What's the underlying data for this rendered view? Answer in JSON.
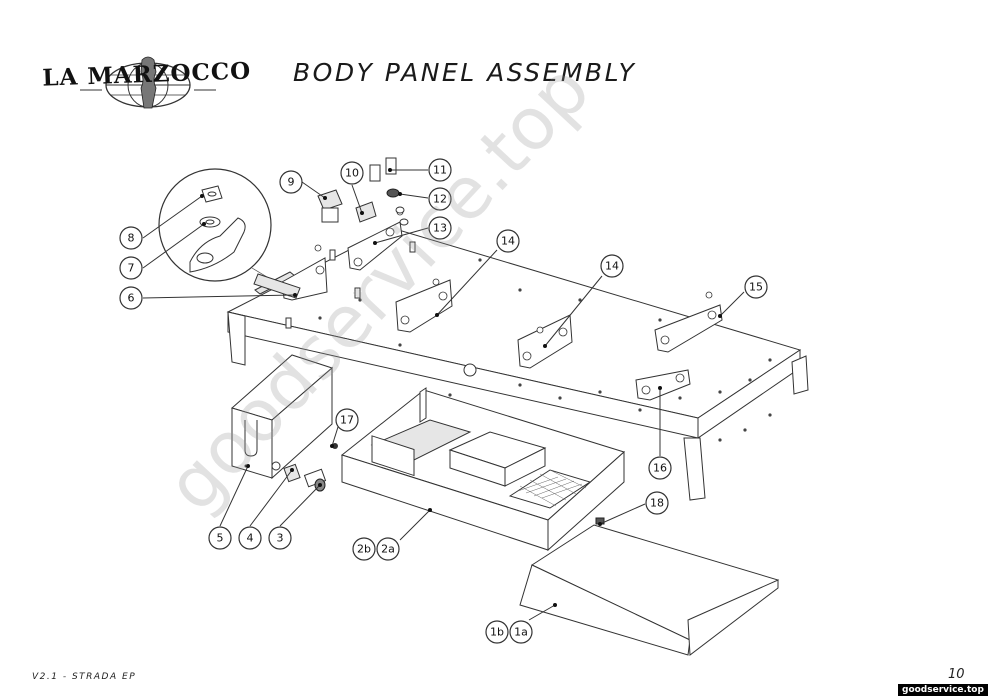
{
  "header": {
    "brand": "LA MARZOCCO",
    "title": "BODY PANEL ASSEMBLY"
  },
  "callouts": {
    "c1b": "1b",
    "c1a": "1a",
    "c2b": "2b",
    "c2a": "2a",
    "c3": "3",
    "c4": "4",
    "c5": "5",
    "c6": "6",
    "c7": "7",
    "c8": "8",
    "c9": "9",
    "c10": "10",
    "c11": "11",
    "c12": "12",
    "c13": "13",
    "c14a": "14",
    "c14b": "14",
    "c15": "15",
    "c16": "16",
    "c17": "17",
    "c18": "18"
  },
  "footer": {
    "version": "V2.1 - STRADA EP",
    "page": "10",
    "site": "goodservice.top"
  },
  "watermark": "goodservice.top"
}
